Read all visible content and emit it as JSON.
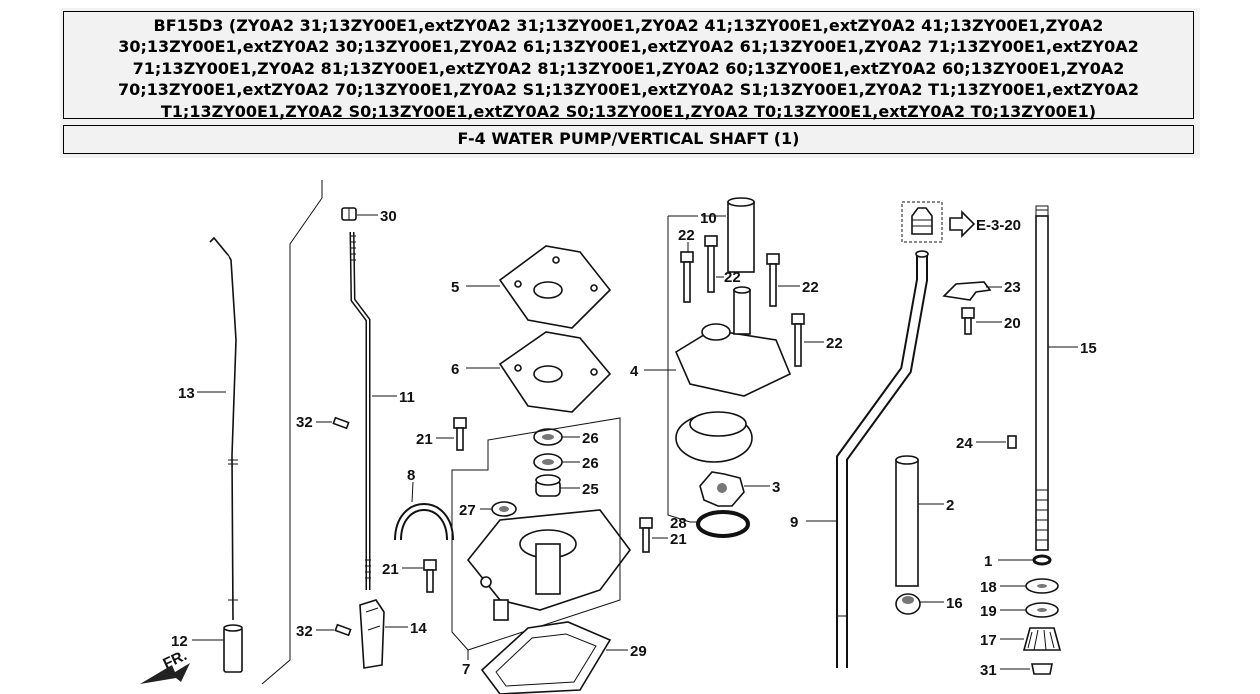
{
  "header": {
    "model_title_lines": [
      "BF15D3 (ZY0A2 31;13ZY00E1,extZY0A2 31;13ZY00E1,ZY0A2 41;13ZY00E1,extZY0A2 41;13ZY00E1,ZY0A2",
      "30;13ZY00E1,extZY0A2 30;13ZY00E1,ZY0A2 61;13ZY00E1,extZY0A2 61;13ZY00E1,ZY0A2 71;13ZY00E1,extZY0A2",
      "71;13ZY00E1,ZY0A2 81;13ZY00E1,extZY0A2 81;13ZY00E1,ZY0A2 60;13ZY00E1,extZY0A2 60;13ZY00E1,ZY0A2",
      "70;13ZY00E1,extZY0A2 70;13ZY00E1,ZY0A2 S1;13ZY00E1,extZY0A2 S1;13ZY00E1,ZY0A2 T1;13ZY00E1,extZY0A2",
      "T1;13ZY00E1,ZY0A2 S0;13ZY00E1,extZY0A2 S0;13ZY00E1,ZY0A2 T0;13ZY00E1,extZY0A2 T0;13ZY00E1)"
    ],
    "section_title": "F-4 WATER PUMP/VERTICAL SHAFT (1)"
  },
  "diagram": {
    "part_labels": {
      "p1": "1",
      "p2": "2",
      "p3": "3",
      "p4": "4",
      "p5": "5",
      "p6": "6",
      "p7": "7",
      "p8": "8",
      "p9": "9",
      "p10": "10",
      "p11": "11",
      "p12": "12",
      "p13": "13",
      "p14": "14",
      "p15": "15",
      "p16": "16",
      "p17": "17",
      "p18": "18",
      "p19": "19",
      "p20": "20",
      "p21a": "21",
      "p21b": "21",
      "p21c": "21",
      "p22a": "22",
      "p22b": "22",
      "p22c": "22",
      "p22d": "22",
      "p23": "23",
      "p24": "24",
      "p25": "25",
      "p26a": "26",
      "p26b": "26",
      "p27": "27",
      "p28": "28",
      "p29": "29",
      "p30": "30",
      "p31": "31",
      "p32a": "32",
      "p32b": "32"
    },
    "reference": "E-3-20",
    "direction_label": "FR."
  }
}
